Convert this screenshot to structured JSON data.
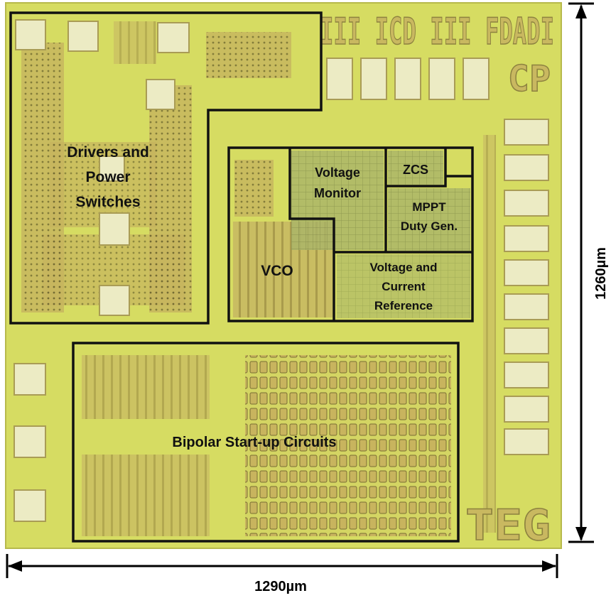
{
  "blocks": {
    "drivers": [
      "Drivers and",
      "Power",
      "Switches"
    ],
    "voltage_monitor": [
      "Voltage",
      "Monitor"
    ],
    "zcs": "ZCS",
    "mppt": [
      "MPPT",
      "Duty Gen."
    ],
    "vco": "VCO",
    "reference": [
      "Voltage and",
      "Current",
      "Reference"
    ],
    "bipolar": "Bipolar Start-up Circuits"
  },
  "logos": {
    "top": "III ICD III FDADI",
    "cp": "CP",
    "teg": "TEG"
  },
  "dimensions": {
    "height": "1260µm",
    "width": "1290µm"
  },
  "colors": {
    "die": "#d6dc62",
    "metal": "#c3b25e",
    "pad": "#ecebc4",
    "outline": "#111111"
  }
}
